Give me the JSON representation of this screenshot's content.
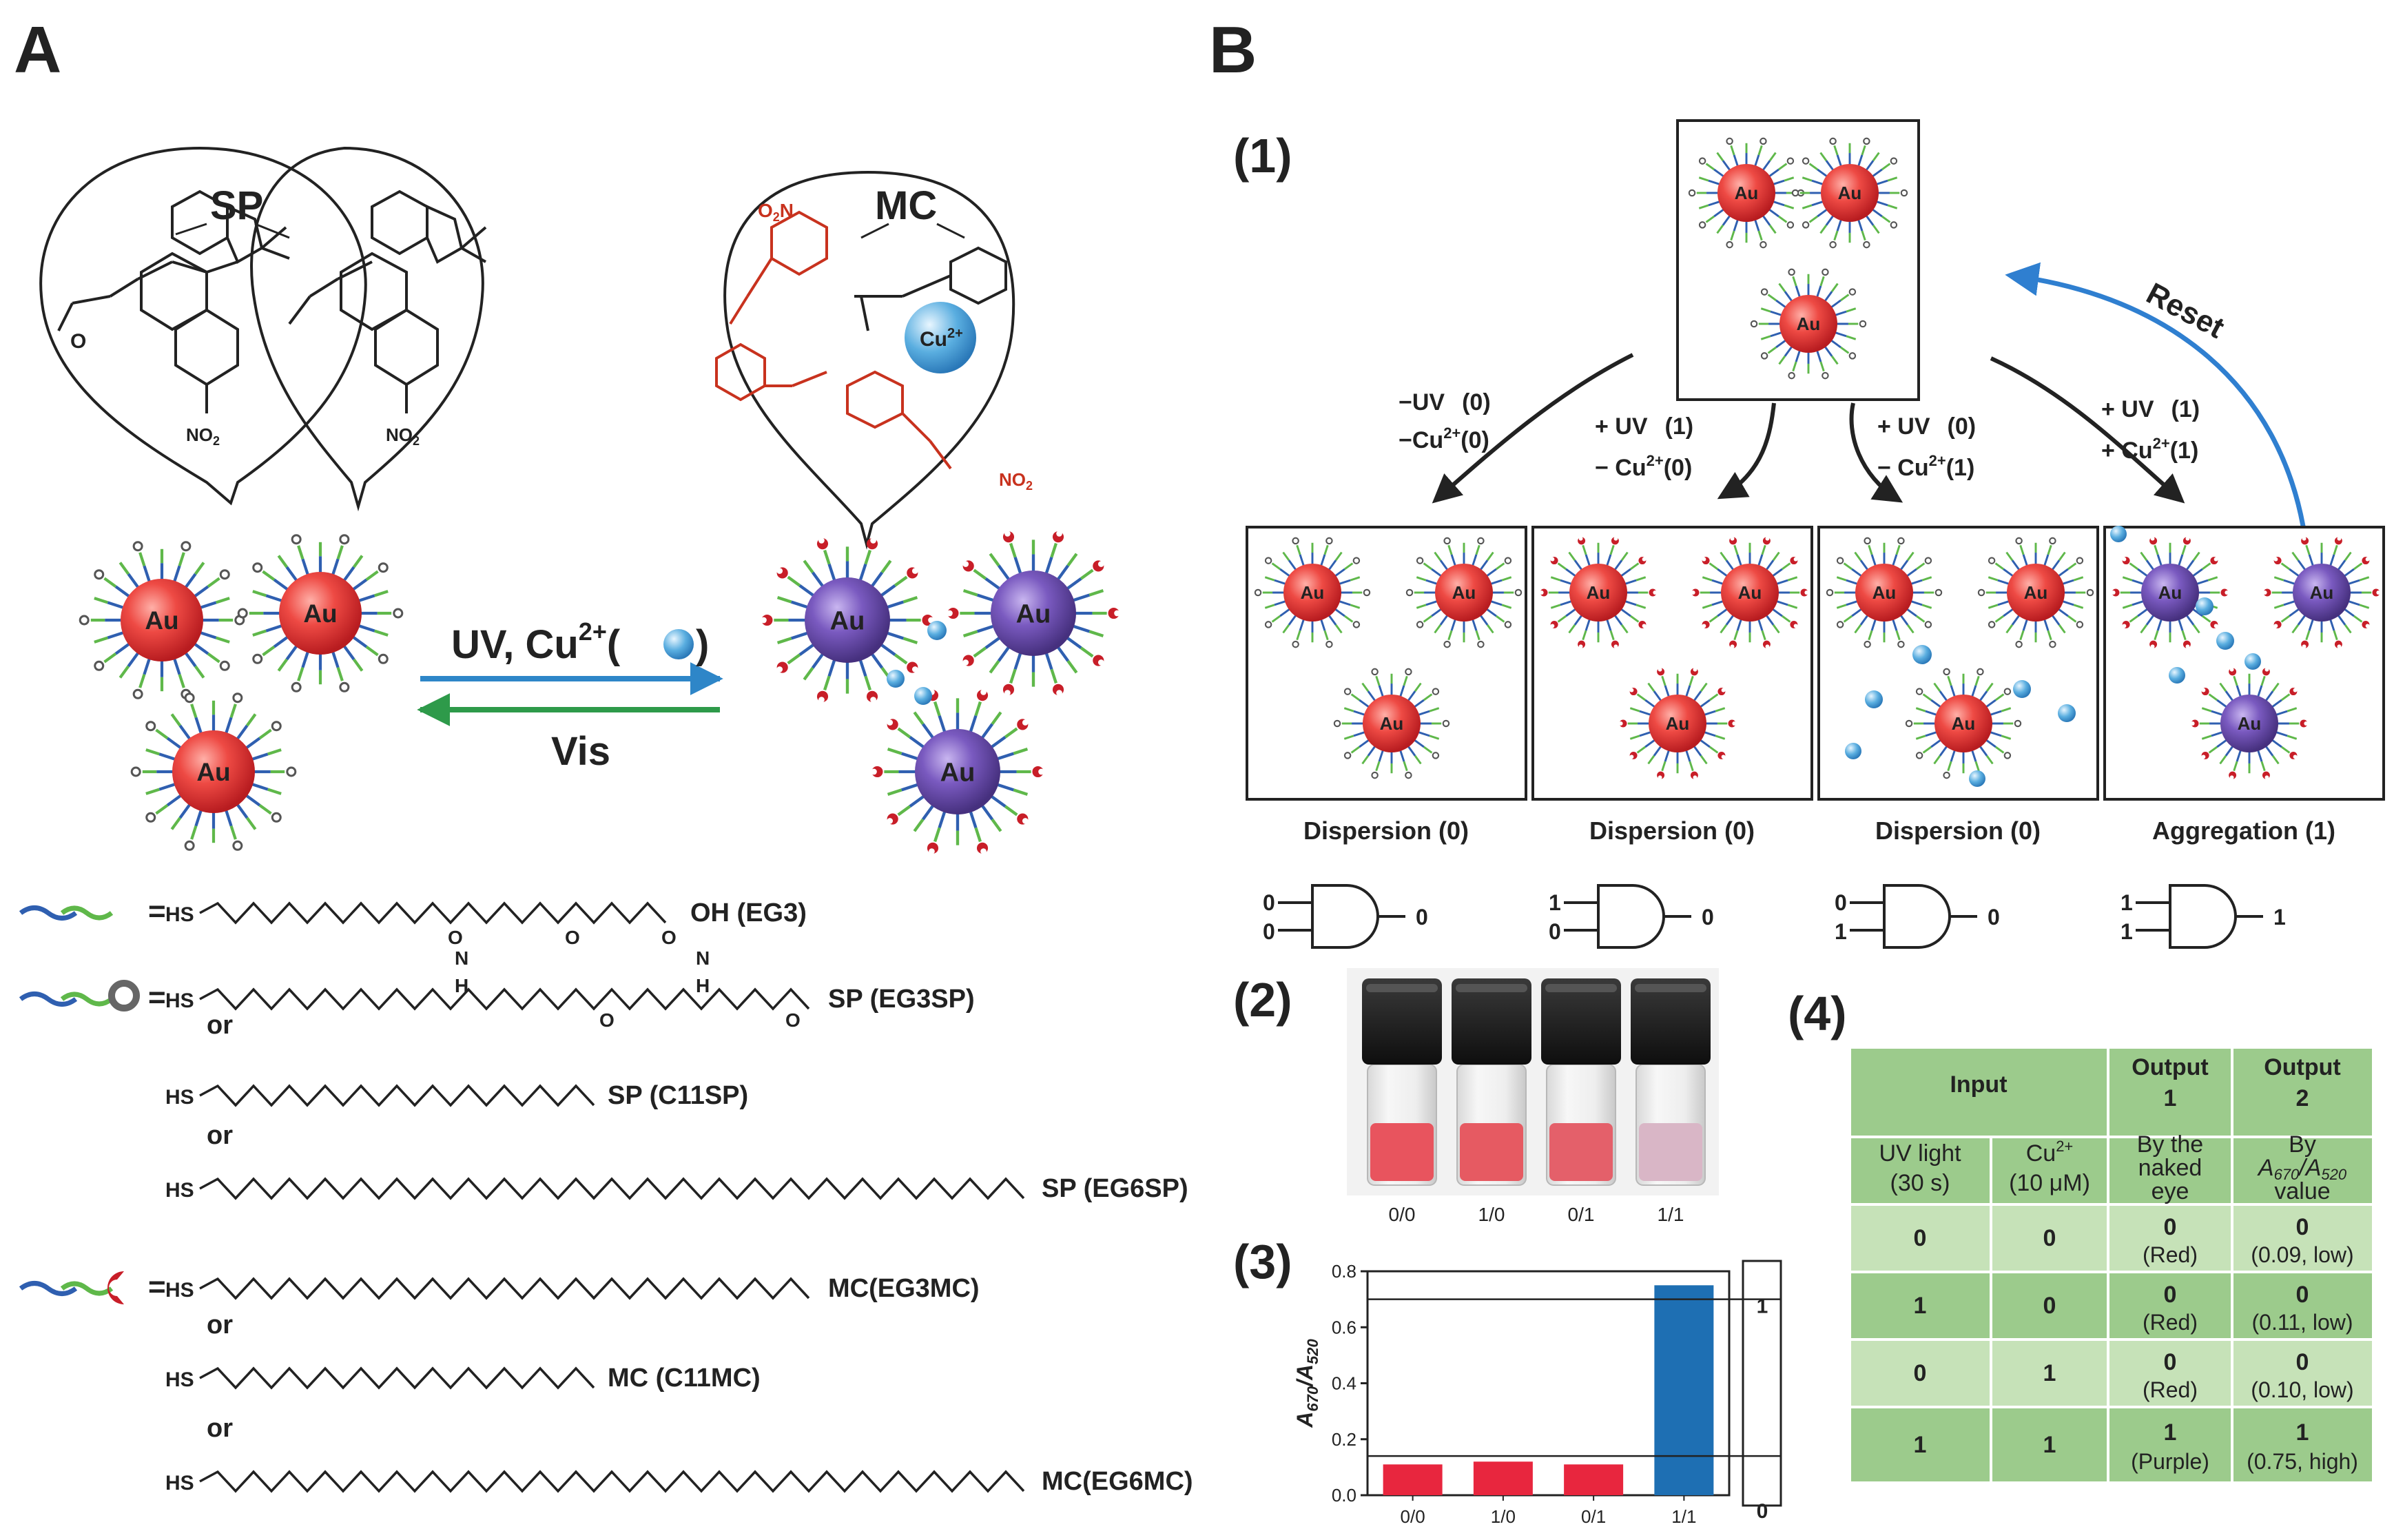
{
  "panel_a": {
    "letter": "A",
    "sp_label": "SP",
    "mc_label": "MC",
    "no2": "NO",
    "no2_sub": "2",
    "o2n": "O",
    "o2n_sub": "2",
    "o2n_n": "N",
    "cu_label": "Cu",
    "cu_sup": "2+",
    "forward_label": "UV, Cu",
    "forward_sup": "2+",
    "forward_paren_l": "(",
    "forward_paren_r": ")",
    "reverse_label": "Vis",
    "au": "Au",
    "eq": "=",
    "hs": "HS",
    "or": "or",
    "chains": {
      "eg3": "OH (EG3)",
      "eg3sp": "SP (EG3SP)",
      "c11sp": "SP (C11SP)",
      "eg6sp": "SP (EG6SP)",
      "eg3mc": "MC(EG3MC)",
      "c11mc": "MC (C11MC)",
      "eg6mc": "MC(EG6MC)"
    },
    "atom_o": "O",
    "atom_n": "N",
    "atom_h": "H"
  },
  "panel_b": {
    "letter": "B",
    "sub1": "(1)",
    "sub2": "(2)",
    "sub3": "(3)",
    "sub4": "(4)",
    "reset": "Reset",
    "conditions": [
      {
        "uv": "−UV",
        "uv_val": "(0)",
        "cu": "−Cu",
        "cu_sup": "2+",
        "cu_val": "(0)"
      },
      {
        "uv": "+ UV",
        "uv_val": "(1)",
        "cu": "− Cu",
        "cu_sup": "2+",
        "cu_val": "(0)"
      },
      {
        "uv": "+ UV",
        "uv_val": "(0)",
        "cu": "− Cu",
        "cu_sup": "2+",
        "cu_val": "(1)"
      },
      {
        "uv": "+ UV",
        "uv_val": "(1)",
        "cu": "+ Cu",
        "cu_sup": "2+",
        "cu_val": "(1)"
      }
    ],
    "states": [
      "Dispersion (0)",
      "Dispersion (0)",
      "Dispersion (0)",
      "Aggregation (1)"
    ],
    "gates": [
      {
        "in1": "0",
        "in2": "0",
        "out": "0"
      },
      {
        "in1": "1",
        "in2": "0",
        "out": "0"
      },
      {
        "in1": "0",
        "in2": "1",
        "out": "0"
      },
      {
        "in1": "1",
        "in2": "1",
        "out": "1"
      }
    ],
    "vial_labels": [
      "0/0",
      "1/0",
      "0/1",
      "1/1"
    ],
    "vial_colors": [
      "#e8545e",
      "#e65a62",
      "#e4606a",
      "#d9b6c6"
    ],
    "table": {
      "header_input": "Input",
      "header_out1_a": "Output",
      "header_out1_b": "1",
      "header_out2_a": "Output",
      "header_out2_b": "2",
      "sub_uv_a": "UV light",
      "sub_uv_b": "(30 s)",
      "sub_cu_a": "Cu",
      "sub_cu_sup": "2+",
      "sub_cu_b": "(10 μM)",
      "sub_o1_a": "By the",
      "sub_o1_b": "naked",
      "sub_o1_c": "eye",
      "sub_o2_a": "By",
      "sub_o2_b1": "A",
      "sub_o2_b1_sub": "670",
      "sub_o2_b2": "/A",
      "sub_o2_b2_sub": "520",
      "sub_o2_c": "value",
      "rows": [
        {
          "uv": "0",
          "cu": "0",
          "o1": "0",
          "o1_note": "(Red)",
          "o2": "0",
          "o2_note": "(0.09, low)"
        },
        {
          "uv": "1",
          "cu": "0",
          "o1": "0",
          "o1_note": "(Red)",
          "o2": "0",
          "o2_note": "(0.11, low)"
        },
        {
          "uv": "0",
          "cu": "1",
          "o1": "0",
          "o1_note": "(Red)",
          "o2": "0",
          "o2_note": "(0.10, low)"
        },
        {
          "uv": "1",
          "cu": "1",
          "o1": "1",
          "o1_note": "(Purple)",
          "o2": "1",
          "o2_note": "(0.75, high)"
        }
      ]
    }
  },
  "chart_data": {
    "type": "bar",
    "categories": [
      "0/0",
      "1/0",
      "0/1",
      "1/1"
    ],
    "values": [
      0.11,
      0.12,
      0.11,
      0.75
    ],
    "colors": [
      "#e8263e",
      "#e8263e",
      "#e8263e",
      "#1e6fb3"
    ],
    "title": "",
    "xlabel": "",
    "ylabel": "A670/A520",
    "ylabel_a": "A",
    "ylabel_sub1": "670",
    "ylabel_mid": "/A",
    "ylabel_sub2": "520",
    "ylim": [
      0,
      0.8
    ],
    "yticks": [
      "0.0",
      "0.2",
      "0.4",
      "0.6",
      "0.8"
    ],
    "yticks_values": [
      0,
      0.2,
      0.4,
      0.6,
      0.8
    ],
    "thresholds": [
      0.14,
      0.7
    ],
    "threshold_labels": [
      "0",
      "1"
    ]
  },
  "colors": {
    "au_red": "#e8343a",
    "au_purple": "#6a4aa8",
    "ligand_blue": "#2f5fb0",
    "ligand_green": "#5fb84a",
    "cu_ion": "#5aaee0",
    "mc_red": "#c8321e",
    "reset_blue": "#2f7fd0",
    "forward_arrow": "#2e86c8",
    "reverse_arrow": "#2e9a4a",
    "table_dark": "#9ccb8c",
    "table_light": "#c6e2b8"
  }
}
